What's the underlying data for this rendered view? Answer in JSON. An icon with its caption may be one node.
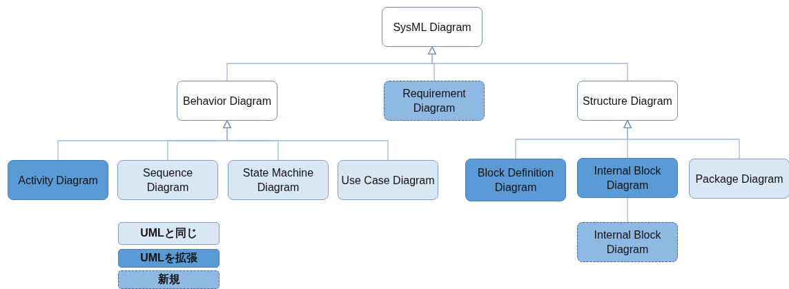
{
  "diagram": {
    "nodes": [
      {
        "text": [
          "SysML Diagram"
        ]
      },
      {
        "text": [
          "Behavior Diagram"
        ]
      },
      {
        "text": [
          "Requirement Diagram"
        ]
      },
      {
        "text": [
          "Structure Diagram"
        ]
      },
      {
        "text": [
          "Activity Diagram"
        ]
      },
      {
        "text": [
          "Sequence Diagram"
        ]
      },
      {
        "text": [
          "State Machine Diagram"
        ]
      },
      {
        "text": [
          "Use Case Diagram"
        ]
      },
      {
        "text": [
          "Block Definition Diagram"
        ]
      },
      {
        "text": [
          "Internal Block Diagram"
        ]
      },
      {
        "text": [
          "Package Diagram"
        ]
      },
      {
        "text": [
          "Internal Block Diagram"
        ]
      }
    ],
    "edges": [
      {
        "from": 1,
        "to": 0,
        "arrow": "to"
      },
      {
        "from": 2,
        "to": 0,
        "arrow": "to"
      },
      {
        "from": 3,
        "to": 0,
        "arrow": "to"
      },
      {
        "from": 4,
        "to": 1,
        "arrow": "to"
      },
      {
        "from": 5,
        "to": 1,
        "arrow": "to"
      },
      {
        "from": 6,
        "to": 1,
        "arrow": "to"
      },
      {
        "from": 7,
        "to": 1,
        "arrow": "to"
      },
      {
        "from": 8,
        "to": 3,
        "arrow": "to"
      },
      {
        "from": 9,
        "to": 3,
        "arrow": "to"
      },
      {
        "from": 10,
        "to": 3,
        "arrow": "to"
      },
      {
        "from": 9,
        "to": 11,
        "arrow": "none"
      }
    ],
    "legend": [
      {
        "text": "UMLと同じ",
        "color": "#d9e6f4"
      },
      {
        "text": "UMLを拡張",
        "color": "#5b9bd5"
      },
      {
        "text": "新規",
        "color": "#8fb9e3"
      }
    ]
  }
}
